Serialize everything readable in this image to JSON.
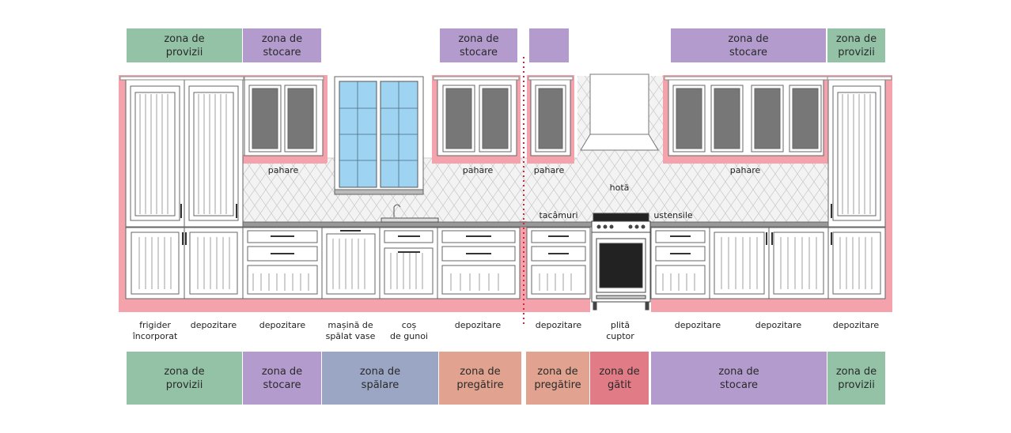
{
  "colors": {
    "provizii": "#93c2a7",
    "stocare": "#b39bcd",
    "spalare": "#9aa6c4",
    "pregatire": "#e1a38f",
    "gatit": "#e17c86",
    "cabinet_highlight": "#f4a3ad",
    "window_glass": "#9fd3f2",
    "divider": "#d0263b"
  },
  "top_zones": [
    {
      "text": "zona de\nprovizii",
      "zone": "provizii"
    },
    {
      "text": "zona de\nstocare",
      "zone": "stocare"
    },
    {
      "text": "zona de\nstocare",
      "zone": "stocare"
    },
    {
      "text": "",
      "zone": "stocare"
    },
    {
      "text": "zona de\nstocare",
      "zone": "stocare"
    },
    {
      "text": "zona de\nprovizii",
      "zone": "provizii"
    }
  ],
  "bottom_zones": [
    {
      "text": "zona de\nprovizii",
      "zone": "provizii"
    },
    {
      "text": "zona de\nstocare",
      "zone": "stocare"
    },
    {
      "text": "zona de\nspălare",
      "zone": "spalare"
    },
    {
      "text": "zona de\npregătire",
      "zone": "pregatire"
    },
    {
      "text": "zona de\npregătire",
      "zone": "pregatire"
    },
    {
      "text": "zona de\ngătit",
      "zone": "gatit"
    },
    {
      "text": "zona de\nstocare",
      "zone": "stocare"
    },
    {
      "text": "zona de\nprovizii",
      "zone": "provizii"
    }
  ],
  "upper_labels": [
    "pahare",
    "pahare",
    "pahare",
    "pahare"
  ],
  "appliance_labels": {
    "hood": "hotă",
    "cutlery": "tacâmuri",
    "utensils": "ustensile"
  },
  "base_labels": [
    "frigider\nîncorporat",
    "depozitare",
    "depozitare",
    "mașină de\nspălat vase",
    "coș\nde gunoi",
    "depozitare",
    "depozitare",
    "plită\ncuptor",
    "depozitare",
    "depozitare",
    "depozitare"
  ]
}
